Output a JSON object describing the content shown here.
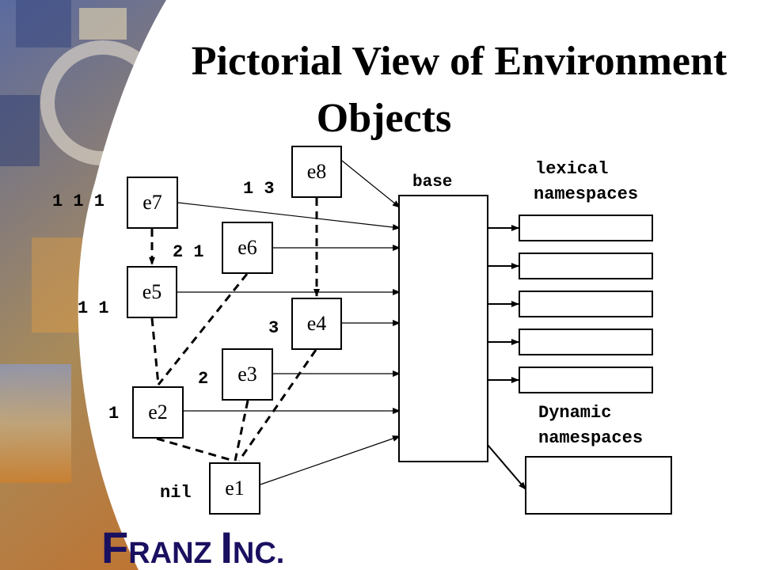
{
  "slide": {
    "title_line1": "Pictorial View of Environment",
    "title_line2": "Objects"
  },
  "nodes": {
    "e1": "e1",
    "e2": "e2",
    "e3": "e3",
    "e4": "e4",
    "e5": "e5",
    "e6": "e6",
    "e7": "e7",
    "e8": "e8"
  },
  "labels": {
    "e7": "1 1 1",
    "e8": "1 3",
    "e6": "2 1",
    "e5": "1 1",
    "e4": "3",
    "e3": "2",
    "e2": "1",
    "e1": "nil",
    "base": "base",
    "lexical_line1": "lexical",
    "lexical_line2": "namespaces",
    "dynamic_line1": "Dynamic",
    "dynamic_line2": "namespaces"
  },
  "logo": {
    "first_letter": "F",
    "rest_1": "RANZ ",
    "second_letter": "I",
    "rest_2": "NC."
  },
  "colors": {
    "logo": "#1a1060",
    "background_accent": "#c87a2a"
  }
}
